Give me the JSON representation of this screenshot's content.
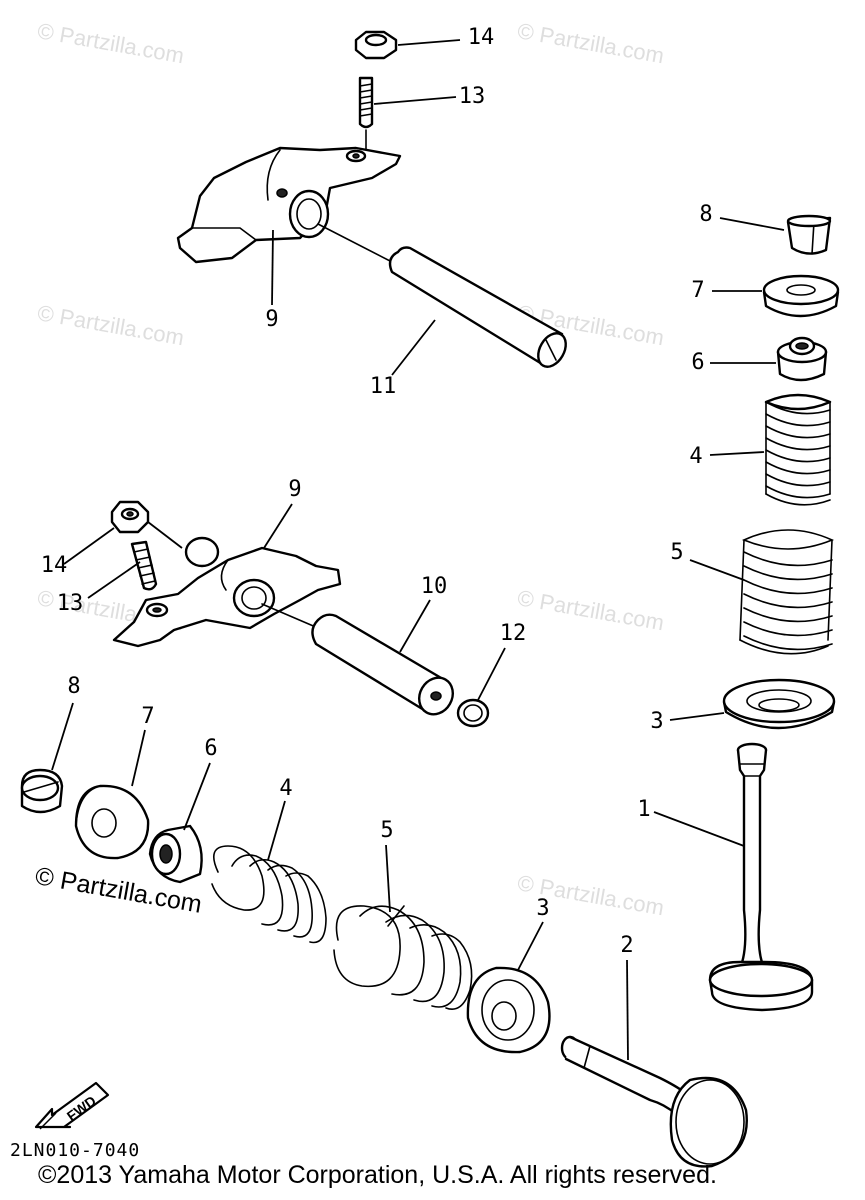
{
  "diagram": {
    "callouts": {
      "top_nut": "14",
      "top_stud": "13",
      "top_arm": "9",
      "top_shaft": "11",
      "right_cotter": "8",
      "right_retainer": "7",
      "right_seal": "6",
      "right_inner_spring": "4",
      "right_outer_spring": "5",
      "right_seat": "3",
      "right_valve": "1",
      "mid_arm": "9",
      "mid_nut": "14",
      "mid_stud": "13",
      "mid_shaft": "10",
      "mid_ring": "12",
      "low_cotter": "8",
      "low_retainer": "7",
      "low_seal": "6",
      "low_inner_spring": "4",
      "low_outer_spring": "5",
      "low_seat": "3",
      "low_valve": "2"
    },
    "watermark_text": "© Partzilla.com",
    "fwd_label": "FWD",
    "drawing_code": "2LN010-7040",
    "copyright": "©2013 Yamaha Motor Corporation, U.S.A. All rights reserved."
  }
}
